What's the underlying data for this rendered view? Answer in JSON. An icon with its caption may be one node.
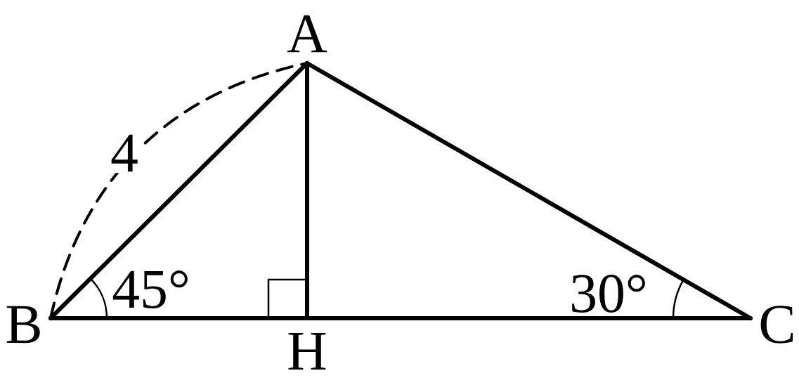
{
  "diagram": {
    "nodes": [
      {
        "text": [
          "A"
        ]
      },
      {
        "text": [
          "B"
        ]
      },
      {
        "text": [
          "C"
        ]
      },
      {
        "text": [
          "H"
        ]
      }
    ],
    "edges": [
      {
        "from": 0,
        "to": 1,
        "arrow": "none"
      },
      {
        "from": 0,
        "to": 2,
        "arrow": "none"
      },
      {
        "from": 1,
        "to": 3,
        "arrow": "none"
      },
      {
        "from": 3,
        "to": 2,
        "arrow": "none"
      },
      {
        "from": 0,
        "to": 3,
        "arrow": "none"
      },
      {
        "from": 1,
        "to": 0,
        "arrow": "none",
        "style": "dashed",
        "label": "4"
      }
    ],
    "labels": [
      "45°",
      "30°"
    ]
  }
}
